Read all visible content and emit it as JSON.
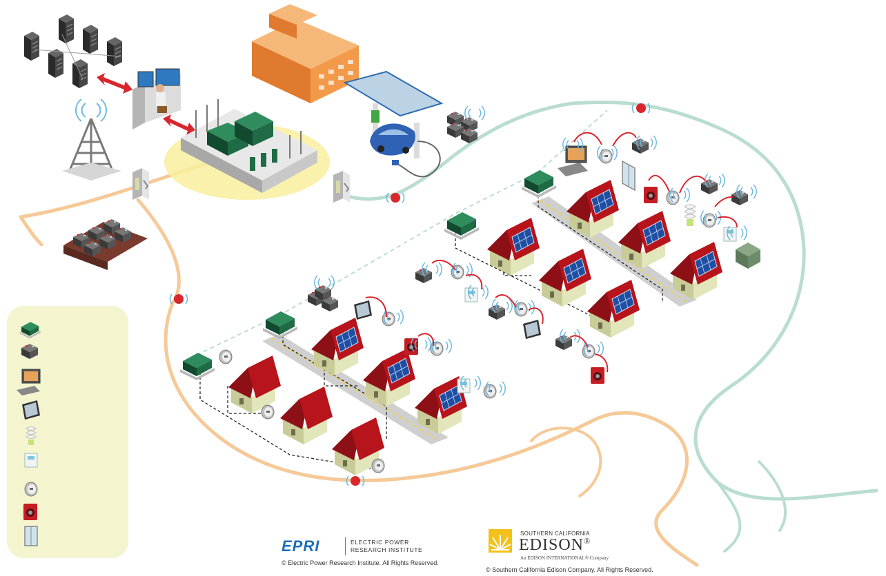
{
  "legend": {
    "icons": [
      "transformer-icon",
      "battery-icon",
      "computer-icon",
      "tablet-icon",
      "cfl-bulb-icon",
      "thermostat-icon",
      "smart-meter-icon",
      "appliance-icon",
      "window-icon"
    ]
  },
  "logos": {
    "epri": {
      "mark": "EPRI",
      "name_line1": "ELECTRIC POWER",
      "name_line2": "RESEARCH INSTITUTE",
      "copyright": "© Electric Power Research Institute. All Rights Reserved."
    },
    "sce": {
      "top": "SOUTHERN CALIFORNIA",
      "name": "EDISON",
      "registered": "®",
      "sub": "An EDISON INTERNATIONAL® Company",
      "copyright": "© Southern California Edison Company. All Rights Reserved."
    }
  },
  "colors": {
    "distribution_line": "#f6c998",
    "communication_line": "#b9ddd0",
    "house_roof": "#b8141c",
    "house_wall": "#e3e6ba",
    "solar_panel": "#1f4fa3",
    "transformer": "#1e6b45",
    "substation_highlight": "#f8ef9e",
    "legend_bg": "#f4f5cf",
    "flow_arrow": "#d9262d",
    "comm_node": "#d9262d"
  }
}
